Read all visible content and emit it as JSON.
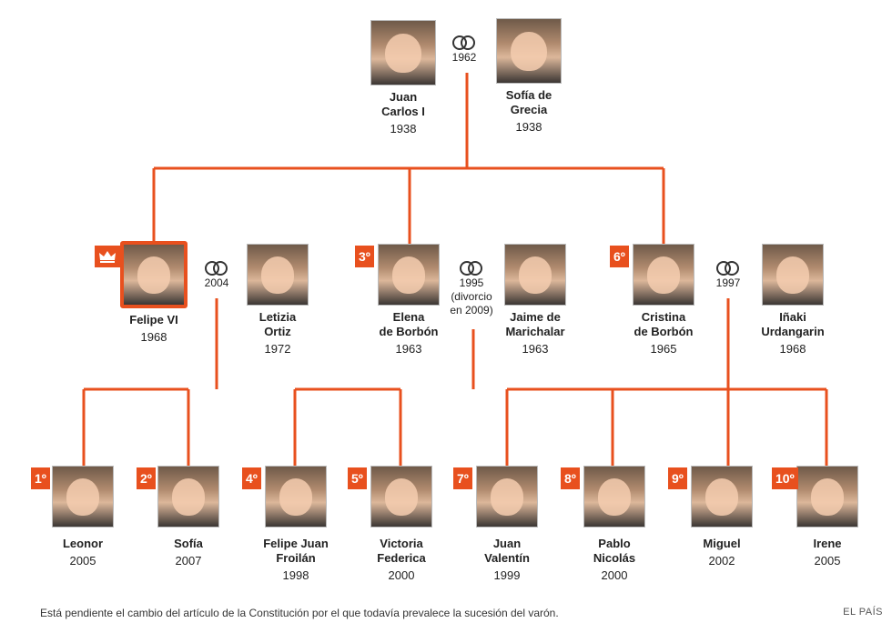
{
  "colors": {
    "accent": "#e8501e",
    "line": "#e8501e"
  },
  "grandparents": {
    "a": {
      "name": "Juan\nCarlos I",
      "year": "1938"
    },
    "b": {
      "name": "Sofía de\nGrecia",
      "year": "1938"
    },
    "marriage_year": "1962"
  },
  "children": {
    "felipe": {
      "name": "Felipe VI",
      "year": "1968",
      "icon": "crown-icon"
    },
    "letizia": {
      "name": "Letizia\nOrtiz",
      "year": "1972"
    },
    "felipe_marriage": "2004",
    "elena": {
      "name": "Elena\nde Borbón",
      "year": "1963",
      "rank": "3º"
    },
    "jaime": {
      "name": "Jaime de\nMarichalar",
      "year": "1963"
    },
    "elena_marriage": "1995\n(divorcio\nen 2009)",
    "cristina": {
      "name": "Cristina\nde Borbón",
      "year": "1965",
      "rank": "6º"
    },
    "inaki": {
      "name": "Iñaki\nUrdangarin",
      "year": "1968"
    },
    "cristina_marriage": "1997"
  },
  "grandchildren": [
    {
      "rank": "1º",
      "name": "Leonor",
      "year": "2005"
    },
    {
      "rank": "2º",
      "name": "Sofía",
      "year": "2007"
    },
    {
      "rank": "4º",
      "name": "Felipe Juan\nFroilán",
      "year": "1998"
    },
    {
      "rank": "5º",
      "name": "Victoria\nFederica",
      "year": "2000"
    },
    {
      "rank": "7º",
      "name": "Juan\nValentín",
      "year": "1999"
    },
    {
      "rank": "8º",
      "name": "Pablo\nNicolás",
      "year": "2000"
    },
    {
      "rank": "9º",
      "name": "Miguel",
      "year": "2002"
    },
    {
      "rank": "10º",
      "name": "Irene",
      "year": "2005"
    }
  ],
  "footnote": "Está pendiente el cambio del artículo de la Constitución por el que todavía prevalece la sucesión del varón.",
  "credit": "EL PAÍS"
}
